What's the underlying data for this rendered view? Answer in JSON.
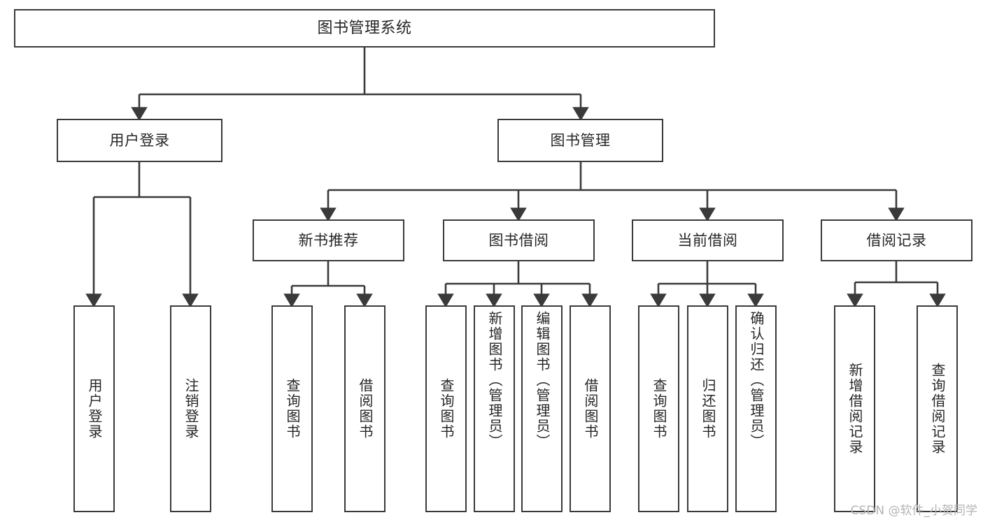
{
  "diagram": {
    "title": "图书管理系统",
    "type": "tree-hierarchy-chart",
    "orientation": "top-down",
    "stroke_color": "#3a3a3a",
    "fill_color": "#ffffff",
    "text_color": "#262626"
  },
  "nodes": {
    "root": {
      "label": "图书管理系统",
      "level": 0
    },
    "level1": [
      {
        "id": "user-login",
        "label": "用户登录"
      },
      {
        "id": "book-manage",
        "label": "图书管理"
      }
    ],
    "level2": [
      {
        "id": "new-book-recommend",
        "label": "新书推荐",
        "parent": "book-manage"
      },
      {
        "id": "book-borrow",
        "label": "图书借阅",
        "parent": "book-manage"
      },
      {
        "id": "current-borrow",
        "label": "当前借阅",
        "parent": "book-manage"
      },
      {
        "id": "borrow-record",
        "label": "借阅记录",
        "parent": "book-manage"
      }
    ],
    "leaves": [
      {
        "id": "leaf-user-login",
        "label": "用户登录",
        "parent": "user-login"
      },
      {
        "id": "leaf-logout",
        "label": "注销登录",
        "parent": "user-login"
      },
      {
        "id": "leaf-query-book-1",
        "label": "查询图书",
        "parent": "new-book-recommend"
      },
      {
        "id": "leaf-borrow-book-1",
        "label": "借阅图书",
        "parent": "new-book-recommend"
      },
      {
        "id": "leaf-query-book-2",
        "label": "查询图书",
        "parent": "book-borrow"
      },
      {
        "id": "leaf-add-book",
        "label": "新增图书（管理员）",
        "parent": "book-borrow"
      },
      {
        "id": "leaf-edit-book",
        "label": "编辑图书（管理员）",
        "parent": "book-borrow"
      },
      {
        "id": "leaf-borrow-book-2",
        "label": "借阅图书",
        "parent": "book-borrow"
      },
      {
        "id": "leaf-query-book-3",
        "label": "查询图书",
        "parent": "current-borrow"
      },
      {
        "id": "leaf-return-book",
        "label": "归还图书",
        "parent": "current-borrow"
      },
      {
        "id": "leaf-confirm-return",
        "label": "确认归还（管理员）",
        "parent": "current-borrow"
      },
      {
        "id": "leaf-add-record",
        "label": "新增借阅记录",
        "parent": "borrow-record"
      },
      {
        "id": "leaf-query-record",
        "label": "查询借阅记录",
        "parent": "borrow-record"
      }
    ]
  },
  "watermark": {
    "text": "CSDN @软件_小贺同学"
  }
}
